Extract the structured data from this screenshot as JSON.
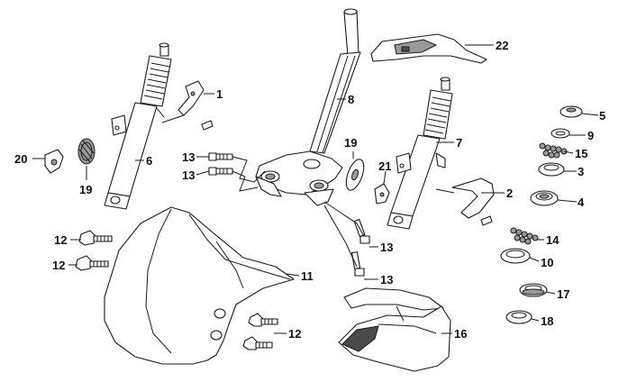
{
  "diagram": {
    "callouts": [
      {
        "id": "c1",
        "text": "1"
      },
      {
        "id": "c2",
        "text": "2"
      },
      {
        "id": "c3",
        "text": "3"
      },
      {
        "id": "c4",
        "text": "4"
      },
      {
        "id": "c5",
        "text": "5"
      },
      {
        "id": "c6",
        "text": "6"
      },
      {
        "id": "c7",
        "text": "7"
      },
      {
        "id": "c8",
        "text": "8"
      },
      {
        "id": "c9",
        "text": "9"
      },
      {
        "id": "c10",
        "text": "10"
      },
      {
        "id": "c11",
        "text": "11"
      },
      {
        "id": "c12a",
        "text": "12"
      },
      {
        "id": "c12b",
        "text": "12"
      },
      {
        "id": "c12c",
        "text": "12"
      },
      {
        "id": "c13a",
        "text": "13"
      },
      {
        "id": "c13b",
        "text": "13"
      },
      {
        "id": "c13c",
        "text": "13"
      },
      {
        "id": "c13d",
        "text": "13"
      },
      {
        "id": "c14",
        "text": "14"
      },
      {
        "id": "c15",
        "text": "15"
      },
      {
        "id": "c16",
        "text": "16"
      },
      {
        "id": "c17",
        "text": "17"
      },
      {
        "id": "c18",
        "text": "18"
      },
      {
        "id": "c19a",
        "text": "19"
      },
      {
        "id": "c19b",
        "text": "19"
      },
      {
        "id": "c20",
        "text": "20"
      },
      {
        "id": "c21",
        "text": "21"
      },
      {
        "id": "c22",
        "text": "22"
      }
    ]
  }
}
